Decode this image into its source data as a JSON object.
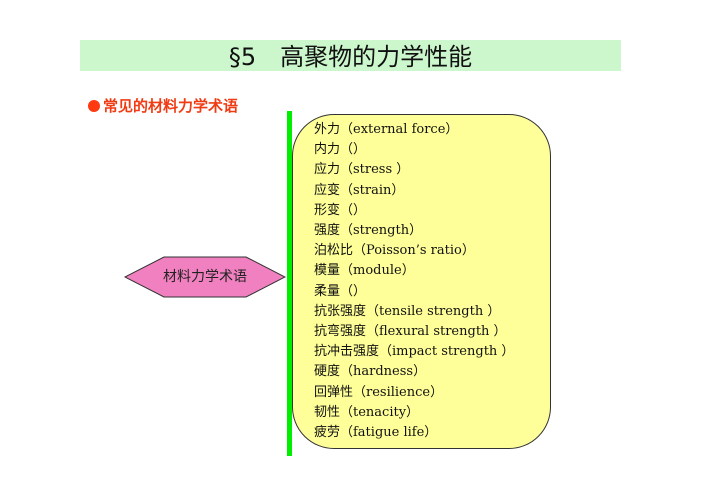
{
  "title": "§5　高聚物的力学性能",
  "subtitle": "常见的材料力学术语",
  "center_label": "材料力学术语",
  "colors": {
    "title_bg": "#ccf7cc",
    "subtitle": "#f03c14",
    "box": "#ffff99",
    "hex": "#f080c0",
    "line": "#00ee00"
  },
  "terms": [
    "外力（external force）",
    "内力（）",
    "应力（stress ）",
    "应变（strain）",
    "形变（）",
    "强度（strength）",
    "泊松比（Poisson’s ratio）",
    "模量（module）",
    "柔量（）",
    "抗张强度（tensile strength ）",
    "抗弯强度（flexural strength ）",
    "抗冲击强度（impact strength ）",
    "硬度（hardness）",
    "回弹性（resilience）",
    "韧性（tenacity）",
    "疲劳（fatigue life）"
  ]
}
